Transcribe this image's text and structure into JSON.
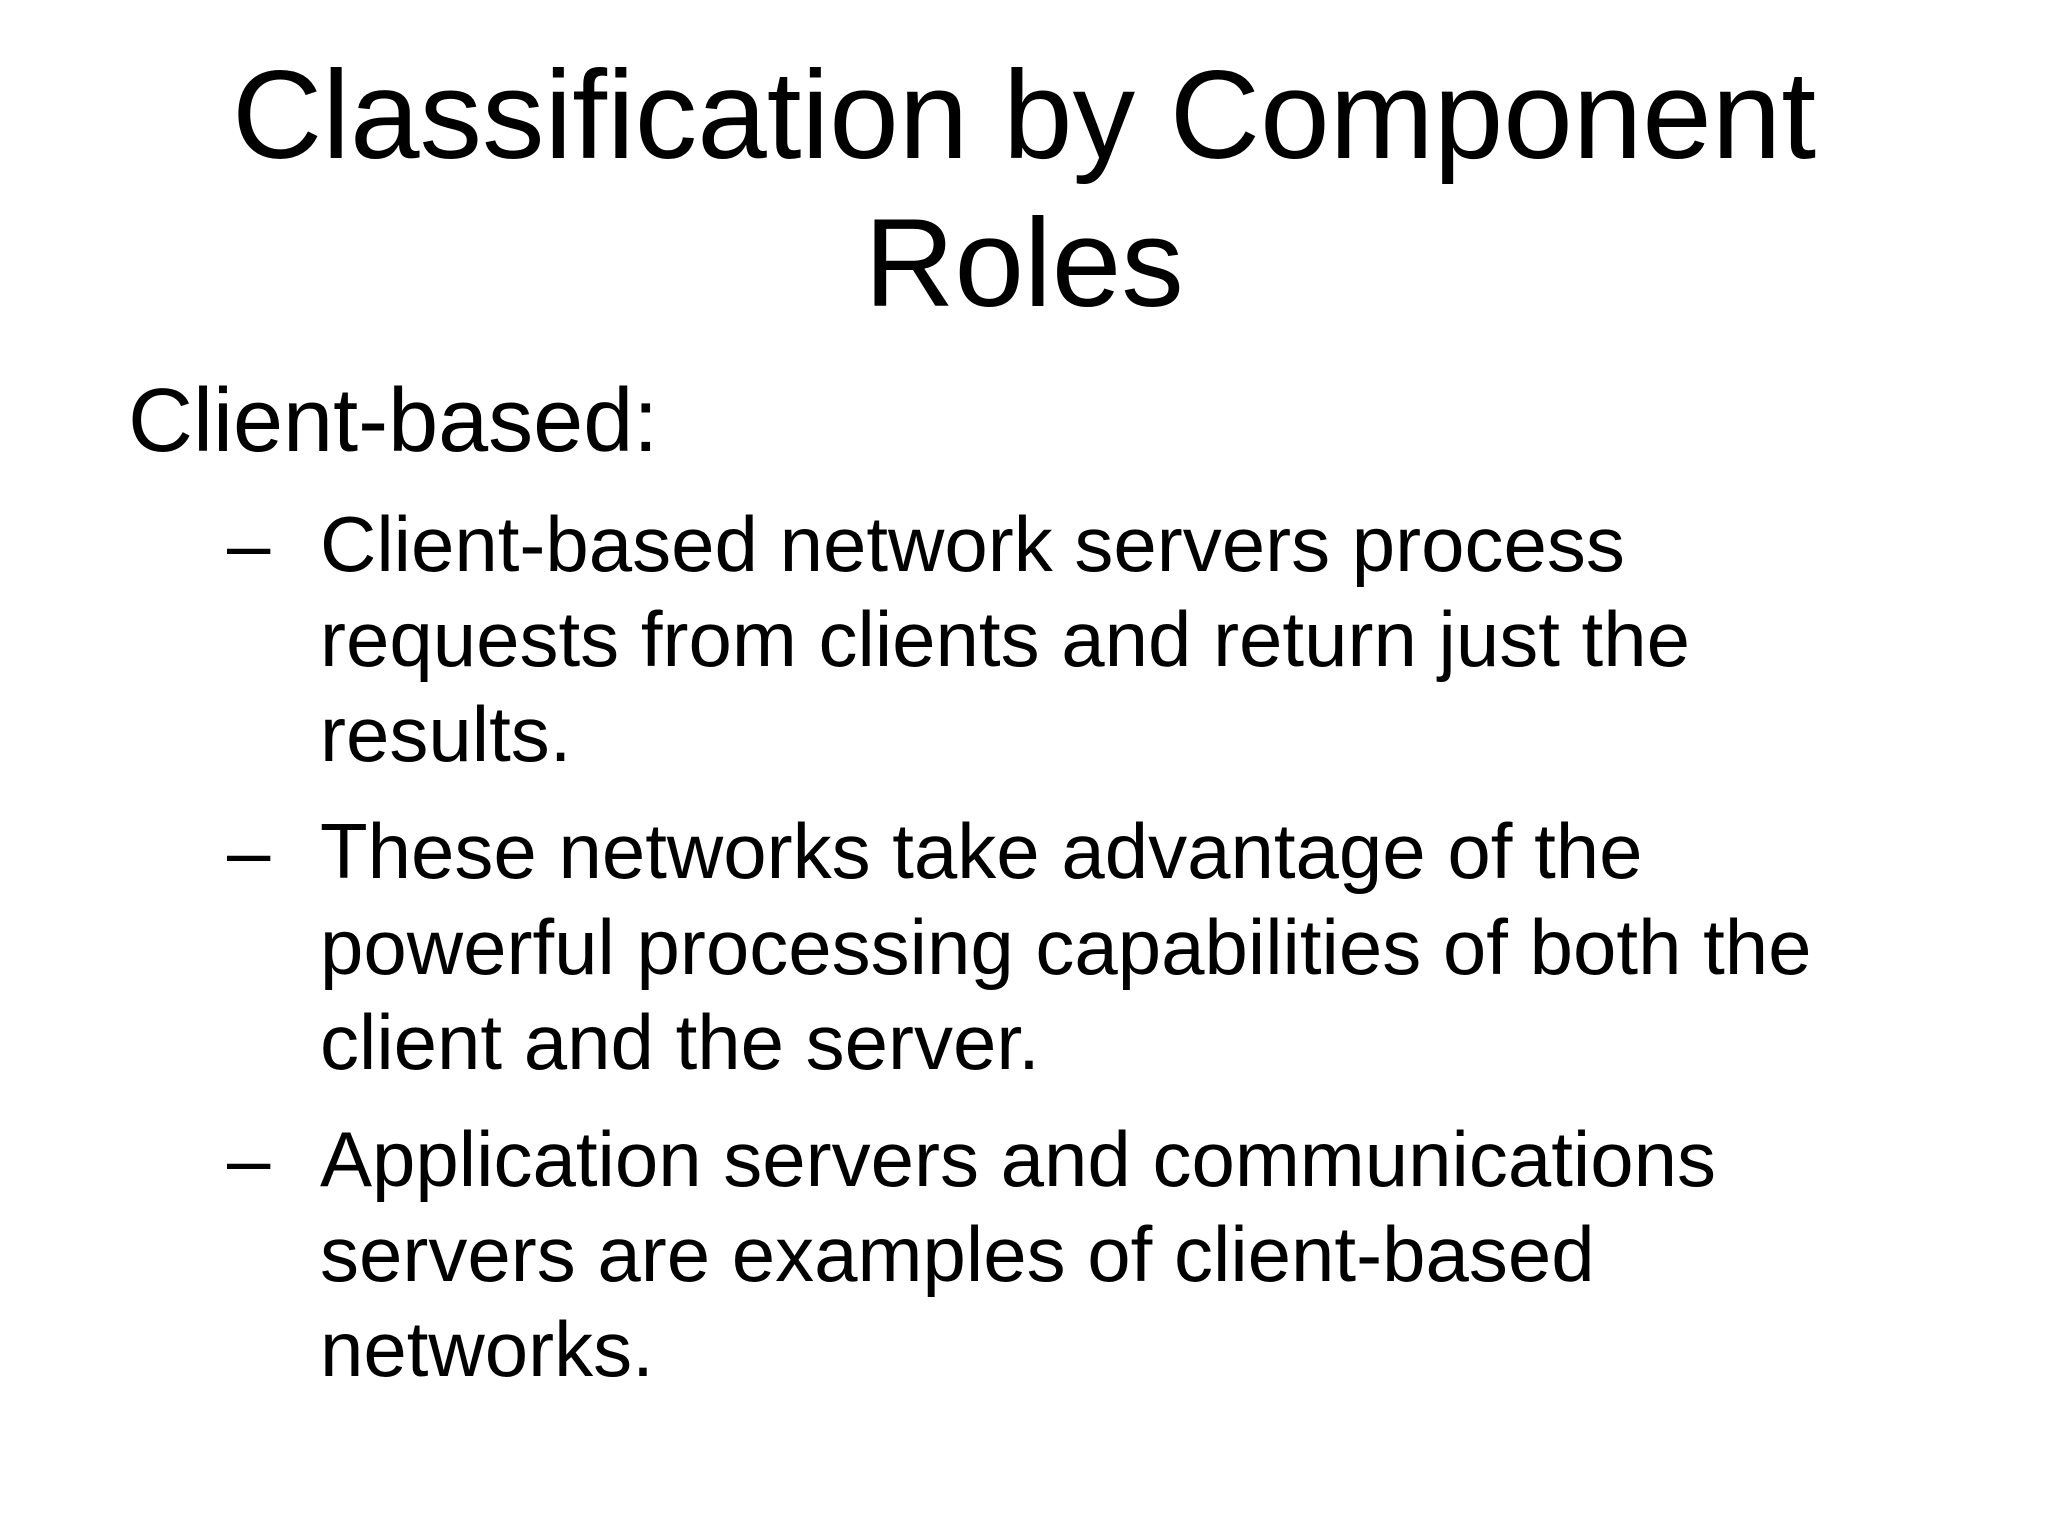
{
  "slide": {
    "title": "Classification by Component Roles",
    "heading": "Client-based:",
    "bullet_marker": "–",
    "bullets": [
      {
        "text": "Client-based network servers process requests from clients and return just the results."
      },
      {
        "text": "These networks take advantage of the powerful processing capabilities of both the client and the server."
      },
      {
        "text": "Application servers and communications servers are examples of client-based networks."
      }
    ],
    "colors": {
      "background": "#ffffff",
      "text": "#000000"
    }
  }
}
